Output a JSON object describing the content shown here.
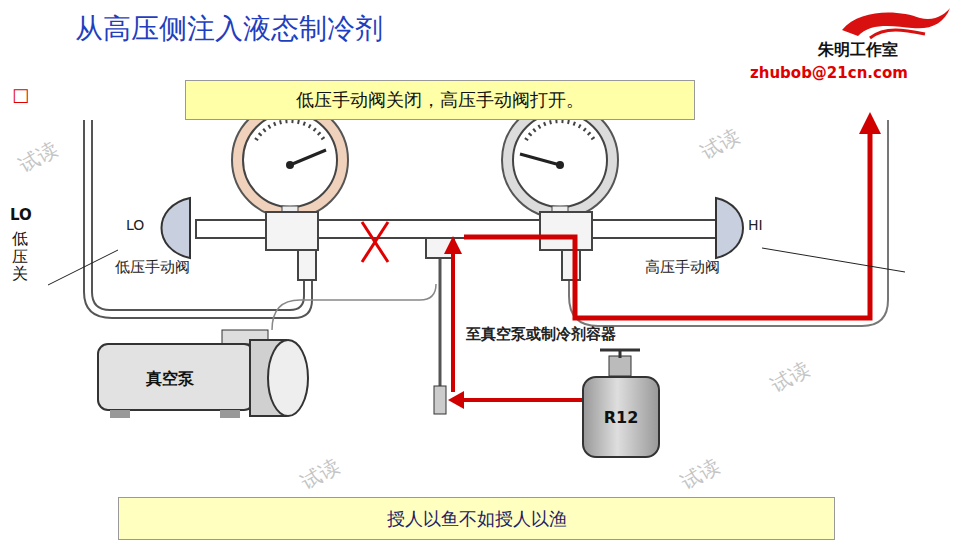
{
  "diagram": {
    "title": "从高压侧注入液态制冷剂",
    "nodes": [
      {
        "text": [
          "低压手动阀关闭，高压手动阀打开。"
        ]
      },
      {
        "text": [
          "真空泵"
        ]
      },
      {
        "text": [
          "R12"
        ]
      },
      {
        "text": [
          "授人以鱼不如授人以渔"
        ]
      }
    ],
    "labels": [
      "朱明工作室",
      "zhubob@21cn.com",
      "□",
      "LO",
      "低压关",
      "LO",
      "HI",
      "低压手动阀",
      "高压手动阀",
      "至真空泵或制冷剂容器",
      "试读",
      "试读",
      "试读",
      "试读",
      "试读"
    ]
  }
}
